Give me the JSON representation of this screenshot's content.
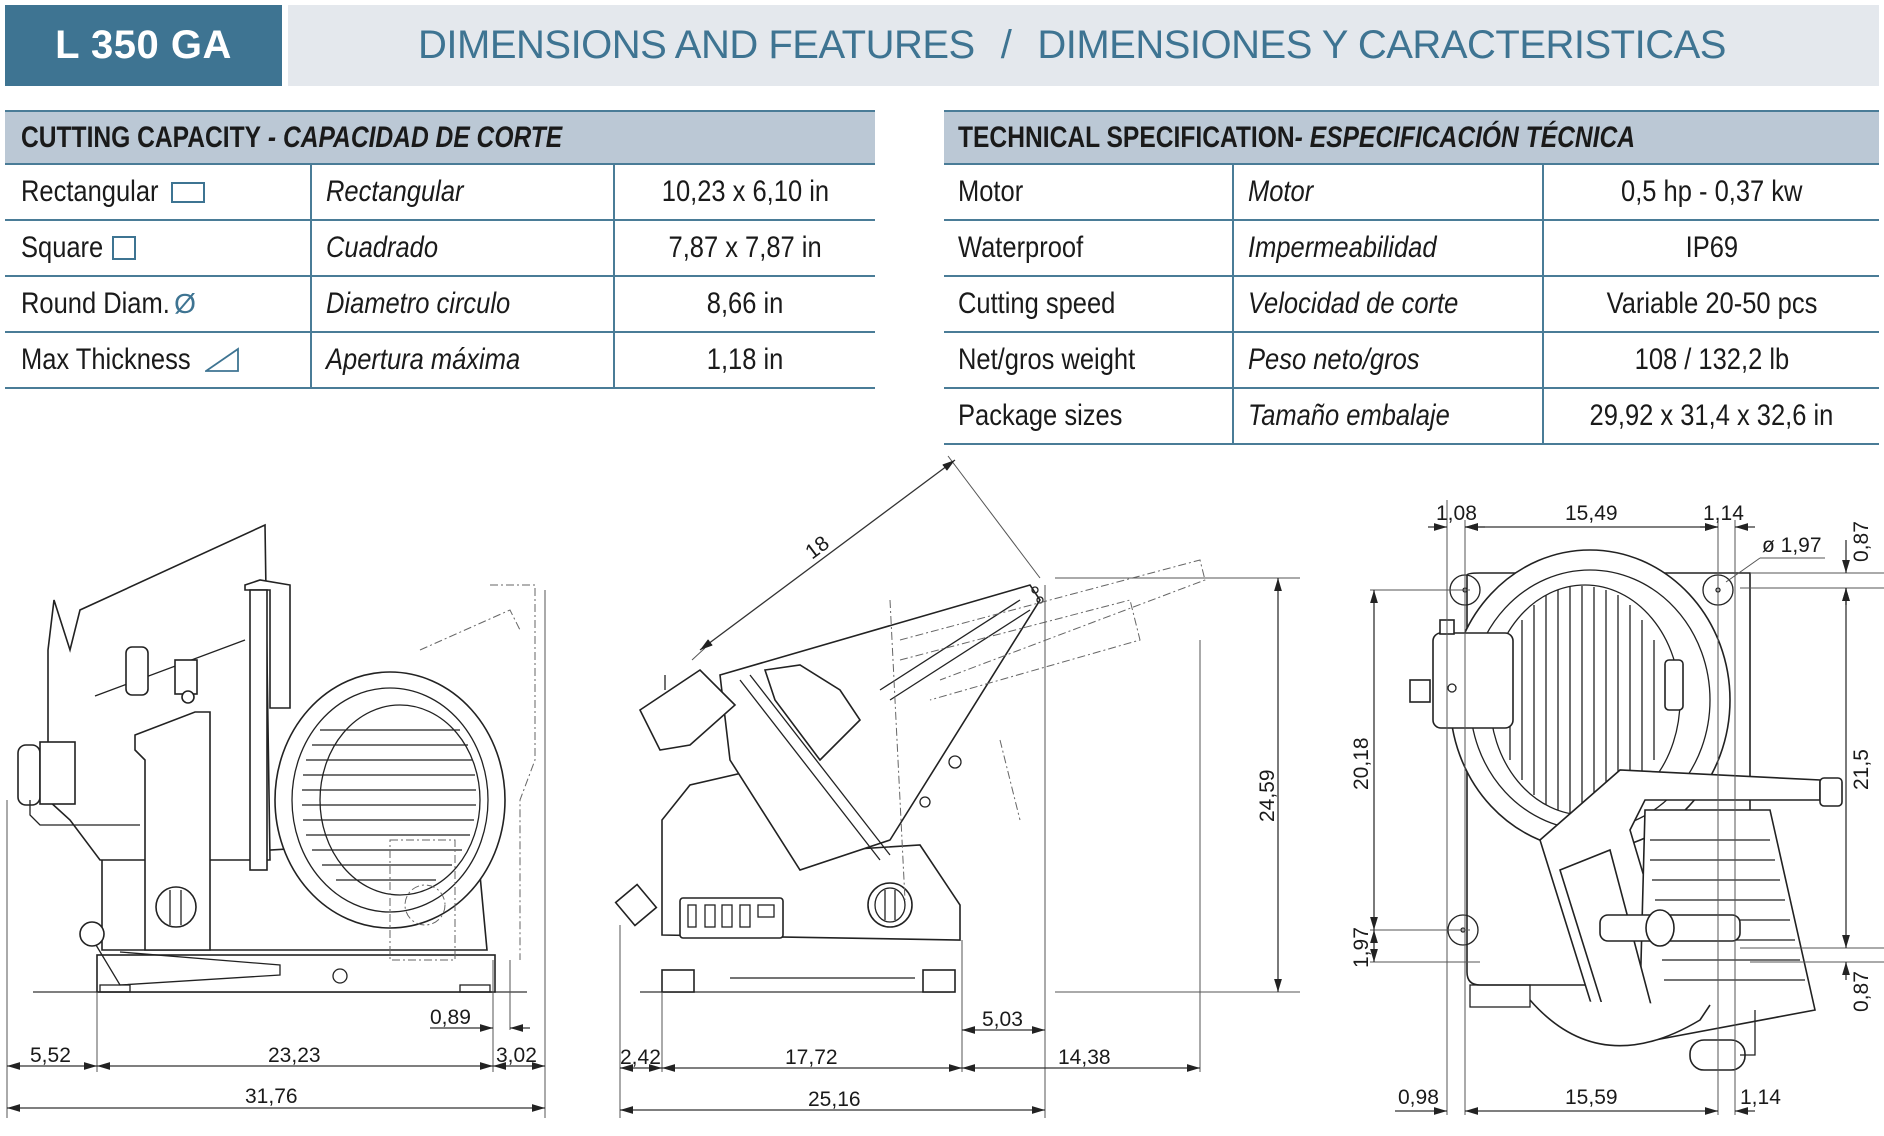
{
  "header": {
    "model": "L 350 GA",
    "title_en": "DIMENSIONS AND FEATURES",
    "separator": "/",
    "title_es": "DIMENSIONES Y CARACTERISTICAS"
  },
  "colors": {
    "brand": "#3e7492",
    "title_band": "#e4e8ed",
    "table_head": "#bbc8d5",
    "rule": "#4a7c97"
  },
  "cutting_capacity": {
    "heading_en": "CUTTING CAPACITY",
    "heading_sep": " - ",
    "heading_es": "CAPACIDAD DE CORTE",
    "rows": [
      {
        "en": "Rectangular",
        "icon": "rectangle-icon",
        "es": "Rectangular",
        "value": "10,23 x 6,10 in"
      },
      {
        "en": "Square",
        "icon": "square-icon",
        "es": "Cuadrado",
        "value": "7,87 x 7,87 in"
      },
      {
        "en": "Round Diam.",
        "icon": "diameter-icon",
        "icon_glyph": "Ø",
        "es": "Diametro circulo",
        "value": "8,66 in"
      },
      {
        "en": "Max Thickness",
        "icon": "triangle-icon",
        "es": "Apertura máxima",
        "value": "1,18 in"
      }
    ]
  },
  "technical_specification": {
    "heading_en": "TECHNICAL SPECIFICATION",
    "heading_sep": "- ",
    "heading_es": "ESPECIFICACIÓN TÉCNICA",
    "rows": [
      {
        "en": "Motor",
        "es": "Motor",
        "value": "0,5 hp - 0,37 kw"
      },
      {
        "en": "Waterproof",
        "es": "Impermeabilidad",
        "value": "IP69"
      },
      {
        "en": "Cutting speed",
        "es": "Velocidad de corte",
        "value": "Variable 20-50 pcs"
      },
      {
        "en": "Net/gros weight",
        "es": "Peso neto/gros",
        "value": "108 / 132,2 lb"
      },
      {
        "en": "Package sizes",
        "es": "Tamaño embalaje",
        "value": "29,92 x 31,4 x 32,6 in"
      }
    ]
  },
  "drawings": {
    "front_view": {
      "dims": {
        "d1": "0,89",
        "d2": "5,52",
        "d3": "23,23",
        "d4": "3,02",
        "d5": "31,76"
      }
    },
    "side_view": {
      "dims": {
        "d1": "18",
        "d2": "24,59",
        "d3": "5,03",
        "d4": "2,42",
        "d5": "17,72",
        "d6": "14,38",
        "d7": "25,16"
      }
    },
    "top_view": {
      "dims": {
        "d1": "1,08",
        "d2": "15,49",
        "d3": "1,14",
        "d4": "ø 1,97",
        "d5": "0,87",
        "d6": "20,18",
        "d7": "21,5",
        "d8": "1,97",
        "d9": "0,87",
        "d10": "0,98",
        "d11": "15,59",
        "d12": "1,14"
      }
    }
  }
}
